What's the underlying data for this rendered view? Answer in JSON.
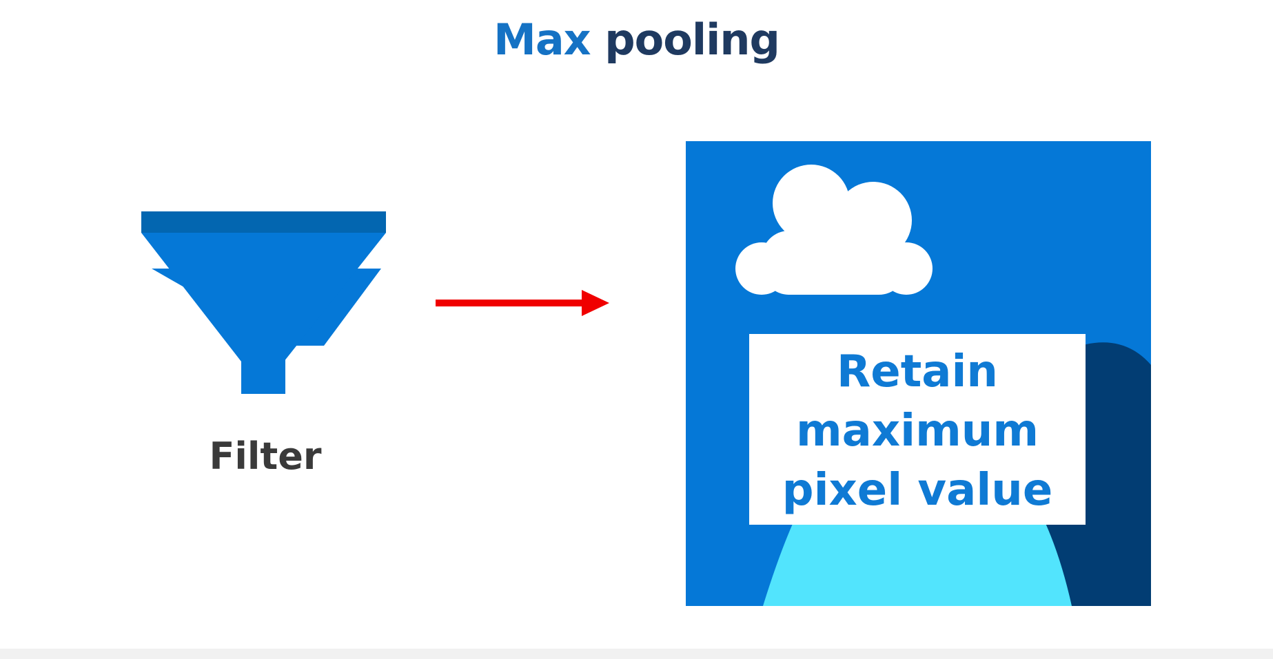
{
  "title": {
    "word1": "Max",
    "word2": "pooling"
  },
  "filter": {
    "label": "Filter"
  },
  "panel": {
    "line1": "Retain",
    "line2": "maximum",
    "line3": "pixel value"
  },
  "colors": {
    "title_accent": "#1572c4",
    "title_dark": "#1f3a60",
    "funnel_rim": "#0366b0",
    "funnel_body": "#0578d7",
    "arrow": "#f00000",
    "panel_bg": "#0578d7",
    "hill_dark": "#023d73",
    "hill_light": "#52e4fd",
    "cloud": "#ffffff",
    "panel_text": "#0f7ad4"
  },
  "icons": [
    "funnel-icon",
    "arrow-right-icon",
    "cloud-icon"
  ]
}
